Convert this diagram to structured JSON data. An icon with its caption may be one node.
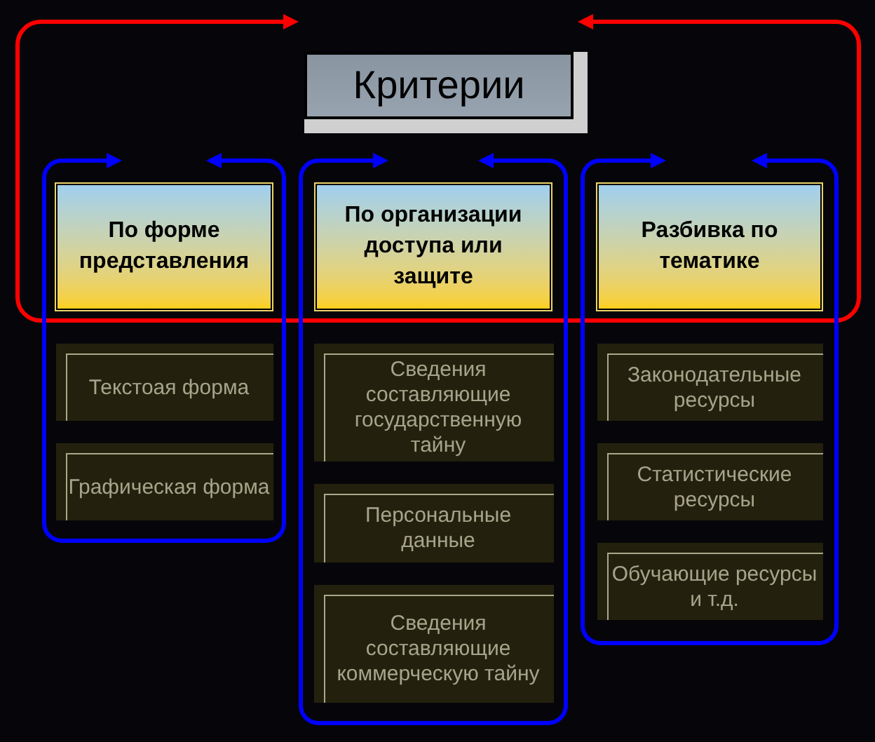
{
  "diagram": {
    "nodes": [
      {
        "text": [
          "Критерии"
        ]
      },
      {
        "text": [],
        "shape": "bar"
      },
      {
        "text": [],
        "shape": "box"
      },
      {
        "text": [
          "По форме представления"
        ],
        "in": 2
      },
      {
        "text": [
          "Текстоая форма"
        ],
        "in": 2
      },
      {
        "text": [
          "Графическая форма"
        ],
        "in": 2
      },
      {
        "text": [],
        "shape": "box"
      },
      {
        "text": [
          "По организации доступа или защите"
        ],
        "in": 6
      },
      {
        "text": [
          "Сведения составляющие государственную тайну"
        ],
        "in": 6
      },
      {
        "text": [
          "Персональные данные"
        ],
        "in": 6
      },
      {
        "text": [
          "Сведения составляющие коммерческую тайну"
        ],
        "in": 6
      },
      {
        "text": [],
        "shape": "box"
      },
      {
        "text": [
          "Разбивка по тематике"
        ],
        "in": 11
      },
      {
        "text": [
          "Законодательные ресурсы"
        ],
        "in": 11
      },
      {
        "text": [
          "Статистические ресурсы"
        ],
        "in": 11
      },
      {
        "text": [
          "Обучающие ресурсы и т.д."
        ],
        "in": 11
      }
    ],
    "edges": [
      {
        "from": 1,
        "to": 0,
        "arrow": "to",
        "color": "#ff0000"
      },
      {
        "from": 1,
        "to": 0,
        "arrow": "to",
        "color": "#ff0000"
      },
      {
        "from": 2,
        "to": 3,
        "arrow": "to"
      },
      {
        "from": 2,
        "to": 3,
        "arrow": "to"
      },
      {
        "from": 6,
        "to": 7,
        "arrow": "to"
      },
      {
        "from": 6,
        "to": 7,
        "arrow": "to"
      },
      {
        "from": 11,
        "to": 12,
        "arrow": "to"
      },
      {
        "from": 11,
        "to": 12,
        "arrow": "to"
      }
    ]
  }
}
